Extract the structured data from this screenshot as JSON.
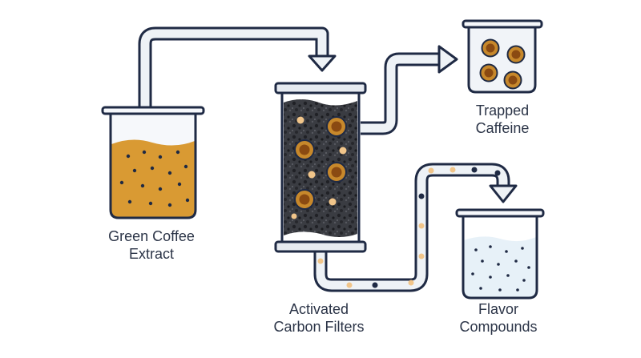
{
  "labels": {
    "extract": [
      "Green Coffee",
      "Extract"
    ],
    "filter": [
      "Activated",
      "Carbon Filters"
    ],
    "caffeine": [
      "Trapped",
      "Caffeine"
    ],
    "flavor": [
      "Flavor",
      "Compounds"
    ]
  },
  "colors": {
    "outline": "#1f2a44",
    "coffee": "#d99a33",
    "carbon": "#3a3c42",
    "caffeine_ring": "#c7882b",
    "caffeine_core": "#8a4a12",
    "flavor_light": "#f1c58a",
    "flavor_dark": "#1f2a44",
    "water": "#e7f1f8",
    "glass": "#f6f8fb"
  },
  "icons": [
    "beaker-icon",
    "carbon-filter-icon",
    "caffeine-molecule-icon",
    "flavor-particle-icon",
    "flow-arrow-icon"
  ]
}
